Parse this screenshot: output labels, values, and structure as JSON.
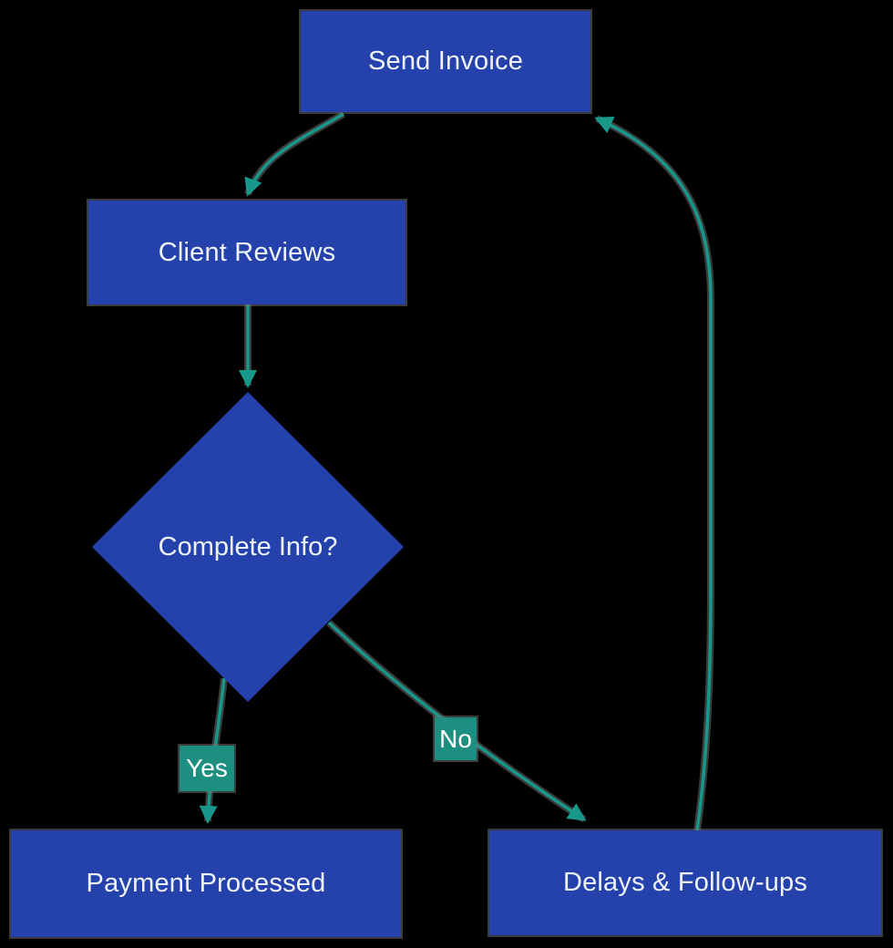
{
  "diagram": {
    "type": "flowchart",
    "background": "#000000",
    "colors": {
      "node_fill": "#2441ac",
      "edge": "#17988a",
      "edge_label_fill": "#1d8f81",
      "text": "#eef3f9"
    },
    "nodes": [
      {
        "id": "send-invoice",
        "shape": "rectangle",
        "label": "Send Invoice"
      },
      {
        "id": "client-reviews",
        "shape": "rectangle",
        "label": "Client Reviews"
      },
      {
        "id": "complete-info",
        "shape": "diamond",
        "label": "Complete Info?"
      },
      {
        "id": "payment-processed",
        "shape": "rectangle",
        "label": "Payment Processed"
      },
      {
        "id": "delays-follow-ups",
        "shape": "rectangle",
        "label": "Delays & Follow-ups"
      }
    ],
    "edges": [
      {
        "from": "send-invoice",
        "to": "client-reviews",
        "label": ""
      },
      {
        "from": "client-reviews",
        "to": "complete-info",
        "label": ""
      },
      {
        "from": "complete-info",
        "to": "payment-processed",
        "label": "Yes"
      },
      {
        "from": "complete-info",
        "to": "delays-follow-ups",
        "label": "No"
      },
      {
        "from": "delays-follow-ups",
        "to": "send-invoice",
        "label": ""
      }
    ]
  }
}
